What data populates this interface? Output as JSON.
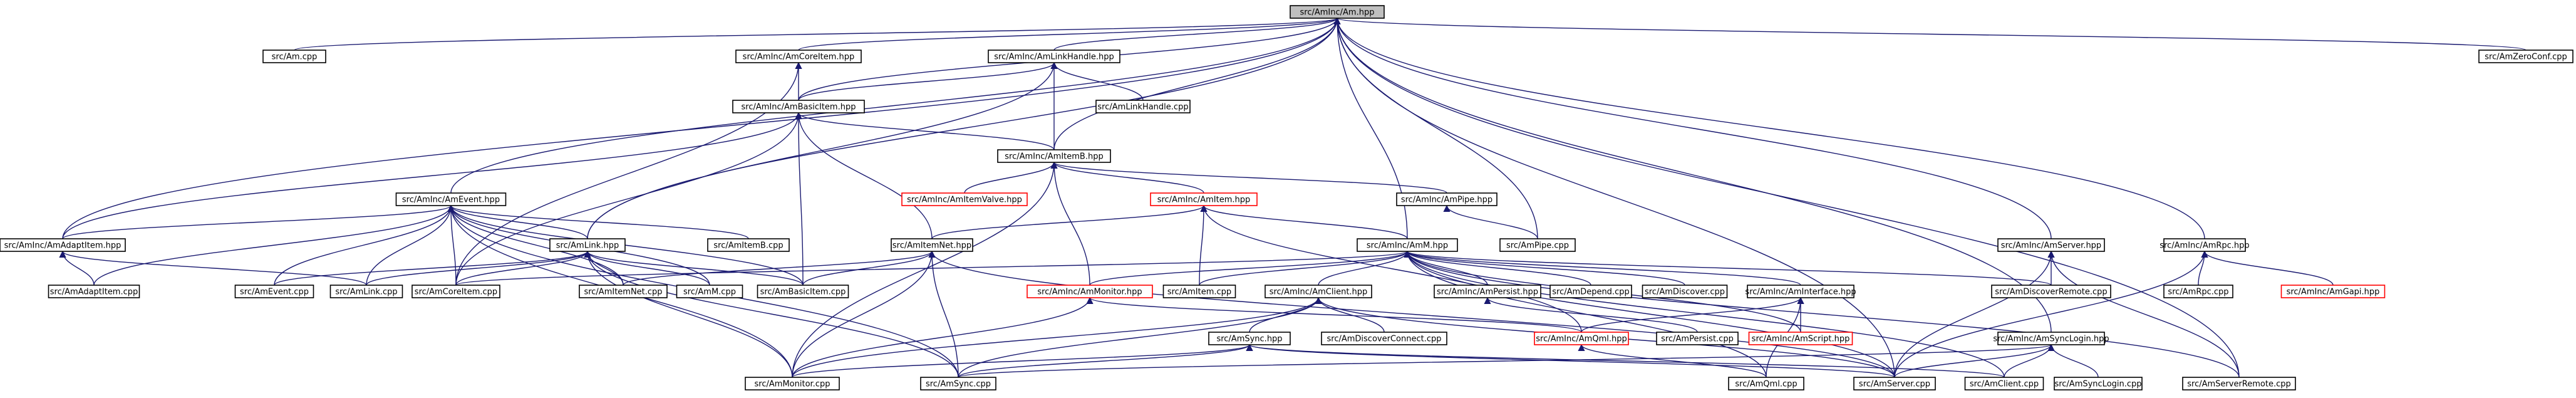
{
  "diagram": {
    "type": "include-dependency-graph",
    "colors": {
      "edge": "#191970",
      "node_border": "#000000",
      "node_border_incomplete": "#ff0000",
      "root_fill": "#bfbfbf",
      "background": "#ffffff"
    },
    "nodes": [
      {
        "id": "am_hpp",
        "label": "src/AmInc/Am.hpp",
        "root": true
      },
      {
        "id": "am_cpp",
        "label": "src/Am.cpp"
      },
      {
        "id": "corelem_hpp",
        "label": "src/AmInc/AmCoreItem.hpp"
      },
      {
        "id": "linkhandle_hpp",
        "label": "src/AmInc/AmLinkHandle.hpp"
      },
      {
        "id": "zeroconf_cpp",
        "label": "src/AmZeroConf.cpp"
      },
      {
        "id": "basicitem_hpp",
        "label": "src/AmInc/AmBasicItem.hpp"
      },
      {
        "id": "linkhandle_cpp",
        "label": "src/AmLinkHandle.cpp"
      },
      {
        "id": "itemb_hpp",
        "label": "src/AmInc/AmItemB.hpp"
      },
      {
        "id": "itemvalve_hpp",
        "label": "src/AmInc/AmItemValve.hpp",
        "incomplete": true
      },
      {
        "id": "item_hpp",
        "label": "src/AmInc/AmItem.hpp",
        "incomplete": true
      },
      {
        "id": "pipe_hpp",
        "label": "src/AmInc/AmPipe.hpp"
      },
      {
        "id": "event_hpp",
        "label": "src/AmInc/AmEvent.hpp"
      },
      {
        "id": "itemb_cpp",
        "label": "src/AmItemB.cpp"
      },
      {
        "id": "pipe_cpp",
        "label": "src/AmPipe.cpp"
      },
      {
        "id": "adaptitem_hpp",
        "label": "src/AmInc/AmAdaptItem.hpp"
      },
      {
        "id": "link_hpp",
        "label": "src/AmLink.hpp"
      },
      {
        "id": "itemnet_hpp",
        "label": "src/AmItemNet.hpp"
      },
      {
        "id": "amm_hpp",
        "label": "src/AmInc/AmM.hpp"
      },
      {
        "id": "server_hpp",
        "label": "src/AmInc/AmServer.hpp"
      },
      {
        "id": "rpc_hpp",
        "label": "src/AmInc/AmRpc.hpp"
      },
      {
        "id": "adaptitem_cpp",
        "label": "src/AmAdaptItem.cpp"
      },
      {
        "id": "event_cpp",
        "label": "src/AmEvent.cpp"
      },
      {
        "id": "link_cpp",
        "label": "src/AmLink.cpp"
      },
      {
        "id": "coreitem_cpp",
        "label": "src/AmCoreItem.cpp"
      },
      {
        "id": "itemnet_cpp",
        "label": "src/AmItemNet.cpp"
      },
      {
        "id": "amm_cpp",
        "label": "src/AmM.cpp"
      },
      {
        "id": "basicitem_cpp",
        "label": "src/AmBasicItem.cpp"
      },
      {
        "id": "monitor_hpp",
        "label": "src/AmInc/AmMonitor.hpp",
        "incomplete": true
      },
      {
        "id": "item_cpp",
        "label": "src/AmItem.cpp"
      },
      {
        "id": "client_hpp",
        "label": "src/AmInc/AmClient.hpp"
      },
      {
        "id": "persist_hpp",
        "label": "src/AmInc/AmPersist.hpp"
      },
      {
        "id": "depend_cpp",
        "label": "src/AmDepend.cpp"
      },
      {
        "id": "discover_cpp",
        "label": "src/AmDiscover.cpp"
      },
      {
        "id": "interface_hpp",
        "label": "src/AmInc/AmInterface.hpp"
      },
      {
        "id": "discoverremote_cpp",
        "label": "src/AmDiscoverRemote.cpp"
      },
      {
        "id": "rpc_cpp",
        "label": "src/AmRpc.cpp"
      },
      {
        "id": "gapi_hpp",
        "label": "src/AmInc/AmGapi.hpp",
        "incomplete": true
      },
      {
        "id": "sync_hpp",
        "label": "src/AmSync.hpp"
      },
      {
        "id": "discoverconnect_cpp",
        "label": "src/AmDiscoverConnect.cpp"
      },
      {
        "id": "qml_hpp",
        "label": "src/AmInc/AmQml.hpp",
        "incomplete": true
      },
      {
        "id": "persist_cpp",
        "label": "src/AmPersist.cpp"
      },
      {
        "id": "script_hpp",
        "label": "src/AmInc/AmScript.hpp",
        "incomplete": true
      },
      {
        "id": "synclogin_hpp",
        "label": "src/AmInc/AmSyncLogin.hpp"
      },
      {
        "id": "monitor_cpp",
        "label": "src/AmMonitor.cpp"
      },
      {
        "id": "sync_cpp",
        "label": "src/AmSync.cpp"
      },
      {
        "id": "qml_cpp",
        "label": "src/AmQml.cpp"
      },
      {
        "id": "server_cpp",
        "label": "src/AmServer.cpp"
      },
      {
        "id": "client_cpp",
        "label": "src/AmClient.cpp"
      },
      {
        "id": "synclogin_cpp",
        "label": "src/AmSyncLogin.cpp"
      },
      {
        "id": "serverremote_cpp",
        "label": "src/AmServerRemote.cpp"
      }
    ],
    "edges": [
      [
        "am_cpp",
        "am_hpp"
      ],
      [
        "corelem_hpp",
        "am_hpp"
      ],
      [
        "linkhandle_hpp",
        "am_hpp"
      ],
      [
        "zeroconf_cpp",
        "am_hpp"
      ],
      [
        "basicitem_hpp",
        "am_hpp"
      ],
      [
        "itemb_hpp",
        "am_hpp"
      ],
      [
        "event_hpp",
        "am_hpp"
      ],
      [
        "adaptitem_hpp",
        "am_hpp"
      ],
      [
        "link_hpp",
        "am_hpp"
      ],
      [
        "amm_hpp",
        "am_hpp"
      ],
      [
        "pipe_cpp",
        "am_hpp"
      ],
      [
        "server_hpp",
        "am_hpp"
      ],
      [
        "rpc_hpp",
        "am_hpp"
      ],
      [
        "synclogin_hpp",
        "am_hpp"
      ],
      [
        "server_cpp",
        "am_hpp"
      ],
      [
        "serverremote_cpp",
        "am_hpp"
      ],
      [
        "basicitem_hpp",
        "corelem_hpp"
      ],
      [
        "coreitem_cpp",
        "corelem_hpp"
      ],
      [
        "basicitem_hpp",
        "linkhandle_hpp"
      ],
      [
        "linkhandle_cpp",
        "linkhandle_hpp"
      ],
      [
        "itemb_hpp",
        "linkhandle_hpp"
      ],
      [
        "link_hpp",
        "linkhandle_hpp"
      ],
      [
        "itemb_hpp",
        "basicitem_hpp"
      ],
      [
        "adaptitem_hpp",
        "basicitem_hpp"
      ],
      [
        "itemnet_hpp",
        "basicitem_hpp"
      ],
      [
        "basicitem_cpp",
        "basicitem_hpp"
      ],
      [
        "coreitem_cpp",
        "basicitem_hpp"
      ],
      [
        "itemvalve_hpp",
        "itemb_hpp"
      ],
      [
        "item_hpp",
        "itemb_hpp"
      ],
      [
        "pipe_hpp",
        "itemb_hpp"
      ],
      [
        "monitor_hpp",
        "itemb_hpp"
      ],
      [
        "monitor_cpp",
        "itemb_hpp"
      ],
      [
        "itemnet_hpp",
        "item_hpp"
      ],
      [
        "amm_hpp",
        "item_hpp"
      ],
      [
        "item_cpp",
        "item_hpp"
      ],
      [
        "qml_hpp",
        "item_hpp"
      ],
      [
        "pipe_cpp",
        "pipe_hpp"
      ],
      [
        "adaptitem_hpp",
        "event_hpp"
      ],
      [
        "link_hpp",
        "event_hpp"
      ],
      [
        "itemb_cpp",
        "event_hpp"
      ],
      [
        "adaptitem_cpp",
        "event_hpp"
      ],
      [
        "event_cpp",
        "event_hpp"
      ],
      [
        "link_cpp",
        "event_hpp"
      ],
      [
        "coreitem_cpp",
        "event_hpp"
      ],
      [
        "itemnet_cpp",
        "event_hpp"
      ],
      [
        "amm_cpp",
        "event_hpp"
      ],
      [
        "basicitem_cpp",
        "event_hpp"
      ],
      [
        "monitor_cpp",
        "event_hpp"
      ],
      [
        "sync_cpp",
        "event_hpp"
      ],
      [
        "adaptitem_cpp",
        "adaptitem_hpp"
      ],
      [
        "link_cpp",
        "adaptitem_hpp"
      ],
      [
        "event_cpp",
        "link_hpp"
      ],
      [
        "link_cpp",
        "link_hpp"
      ],
      [
        "coreitem_cpp",
        "link_hpp"
      ],
      [
        "itemnet_cpp",
        "link_hpp"
      ],
      [
        "amm_cpp",
        "link_hpp"
      ],
      [
        "basicitem_cpp",
        "link_hpp"
      ],
      [
        "monitor_cpp",
        "link_hpp"
      ],
      [
        "sync_cpp",
        "link_hpp"
      ],
      [
        "itemnet_cpp",
        "itemnet_hpp"
      ],
      [
        "basicitem_cpp",
        "itemnet_hpp"
      ],
      [
        "monitor_cpp",
        "itemnet_hpp"
      ],
      [
        "sync_cpp",
        "itemnet_hpp"
      ],
      [
        "server_cpp",
        "itemnet_hpp"
      ],
      [
        "coreitem_cpp",
        "amm_hpp"
      ],
      [
        "monitor_hpp",
        "amm_hpp"
      ],
      [
        "item_cpp",
        "amm_hpp"
      ],
      [
        "client_hpp",
        "amm_hpp"
      ],
      [
        "persist_hpp",
        "amm_hpp"
      ],
      [
        "depend_cpp",
        "amm_hpp"
      ],
      [
        "discover_cpp",
        "amm_hpp"
      ],
      [
        "interface_hpp",
        "amm_hpp"
      ],
      [
        "discoverremote_cpp",
        "amm_hpp"
      ],
      [
        "qml_cpp",
        "amm_hpp"
      ],
      [
        "server_cpp",
        "amm_hpp"
      ],
      [
        "client_cpp",
        "amm_hpp"
      ],
      [
        "serverremote_cpp",
        "amm_hpp"
      ],
      [
        "script_hpp",
        "amm_hpp"
      ],
      [
        "discoverremote_cpp",
        "server_hpp"
      ],
      [
        "server_cpp",
        "server_hpp"
      ],
      [
        "serverremote_cpp",
        "server_hpp"
      ],
      [
        "rpc_cpp",
        "rpc_hpp"
      ],
      [
        "gapi_hpp",
        "rpc_hpp"
      ],
      [
        "server_cpp",
        "rpc_hpp"
      ],
      [
        "monitor_cpp",
        "monitor_hpp"
      ],
      [
        "qml_hpp",
        "monitor_hpp"
      ],
      [
        "sync_hpp",
        "client_hpp"
      ],
      [
        "discoverconnect_cpp",
        "client_hpp"
      ],
      [
        "monitor_cpp",
        "client_hpp"
      ],
      [
        "sync_cpp",
        "client_hpp"
      ],
      [
        "server_cpp",
        "client_hpp"
      ],
      [
        "persist_cpp",
        "persist_hpp"
      ],
      [
        "qml_hpp",
        "interface_hpp"
      ],
      [
        "script_hpp",
        "interface_hpp"
      ],
      [
        "qml_cpp",
        "interface_hpp"
      ],
      [
        "monitor_cpp",
        "sync_hpp"
      ],
      [
        "sync_cpp",
        "sync_hpp"
      ],
      [
        "server_cpp",
        "sync_hpp"
      ],
      [
        "client_cpp",
        "sync_hpp"
      ],
      [
        "qml_cpp",
        "qml_hpp"
      ],
      [
        "sync_cpp",
        "synclogin_hpp"
      ],
      [
        "server_cpp",
        "synclogin_hpp"
      ],
      [
        "client_cpp",
        "synclogin_hpp"
      ],
      [
        "synclogin_cpp",
        "synclogin_hpp"
      ]
    ]
  }
}
